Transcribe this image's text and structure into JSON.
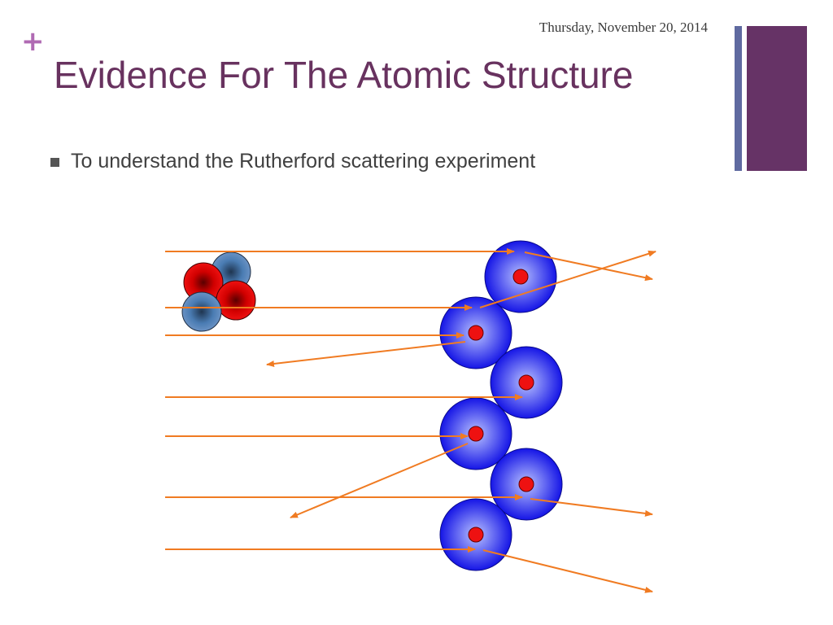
{
  "header": {
    "date": "Thursday, November 20, 2014",
    "plus_glyph": "+",
    "title": "Evidence For The Atomic Structure"
  },
  "body": {
    "bullet": "To understand the Rutherford scattering experiment"
  },
  "colors": {
    "title": "#68325f",
    "accent_plus": "#b06ab3",
    "bar_thin": "#5f6aa0",
    "bar_thick": "#663366",
    "bullet_marker": "#555555",
    "arrow": "#f07b22",
    "atom_blue_light": "#b9c2ff",
    "atom_blue_dark": "#1515e6",
    "nucleus_red": "#ee1111",
    "alpha_red_dark": "#7a0000",
    "alpha_blue": "#4a7cb3"
  },
  "icons": {
    "alpha_particle": "alpha-particle-icon",
    "atom": "gold-atom-icon"
  }
}
